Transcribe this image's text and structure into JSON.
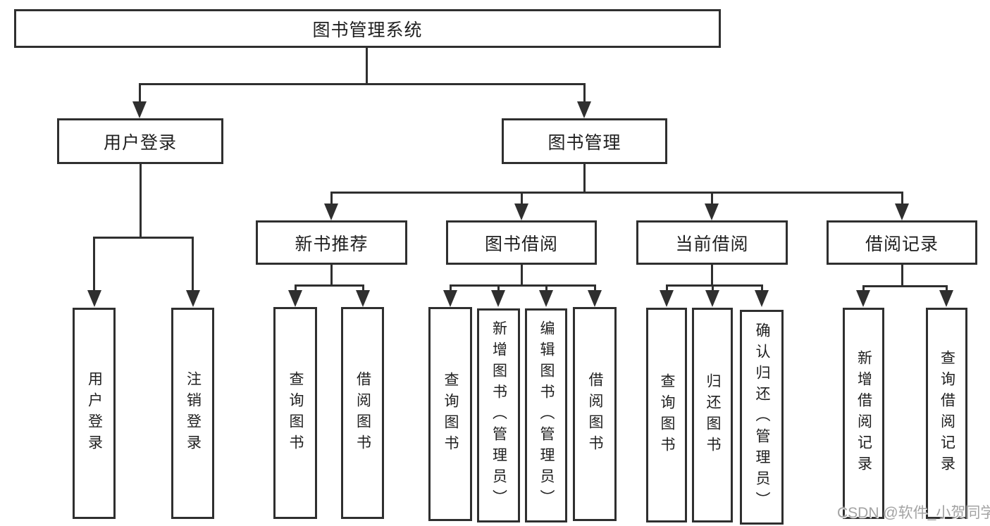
{
  "diagram": {
    "watermark": "CSDN @软件_小贺同学",
    "colors": {
      "line": "#2f2f2f",
      "text": "#1f1f1f",
      "watermark": "#a3a3a3",
      "background": "#ffffff"
    },
    "nodes": {
      "root": {
        "label": "图书管理系统"
      },
      "user_login": {
        "label": "用户登录"
      },
      "book_management": {
        "label": "图书管理"
      },
      "new_book_recommend": {
        "label": "新书推荐"
      },
      "book_borrowing": {
        "label": "图书借阅"
      },
      "current_borrowing": {
        "label": "当前借阅"
      },
      "borrowing_records": {
        "label": "借阅记录"
      },
      "leaf_user_login": {
        "label": "用户登录"
      },
      "leaf_logout": {
        "label": "注销登录"
      },
      "leaf_query_books_recommend": {
        "label": "查询图书"
      },
      "leaf_borrow_books_recommend": {
        "label": "借阅图书"
      },
      "leaf_query_books_borrowing": {
        "label": "查询图书"
      },
      "leaf_add_books_admin": {
        "label": "新增图书（管理员）"
      },
      "leaf_edit_books_admin": {
        "label": "编辑图书（管理员）"
      },
      "leaf_borrow_books_borrowing": {
        "label": "借阅图书"
      },
      "leaf_query_books_current": {
        "label": "查询图书"
      },
      "leaf_return_books": {
        "label": "归还图书"
      },
      "leaf_confirm_return_admin": {
        "label": "确认归还（管理员）"
      },
      "leaf_add_borrow_record": {
        "label": "新增借阅记录"
      },
      "leaf_query_borrow_record": {
        "label": "查询借阅记录"
      }
    }
  }
}
